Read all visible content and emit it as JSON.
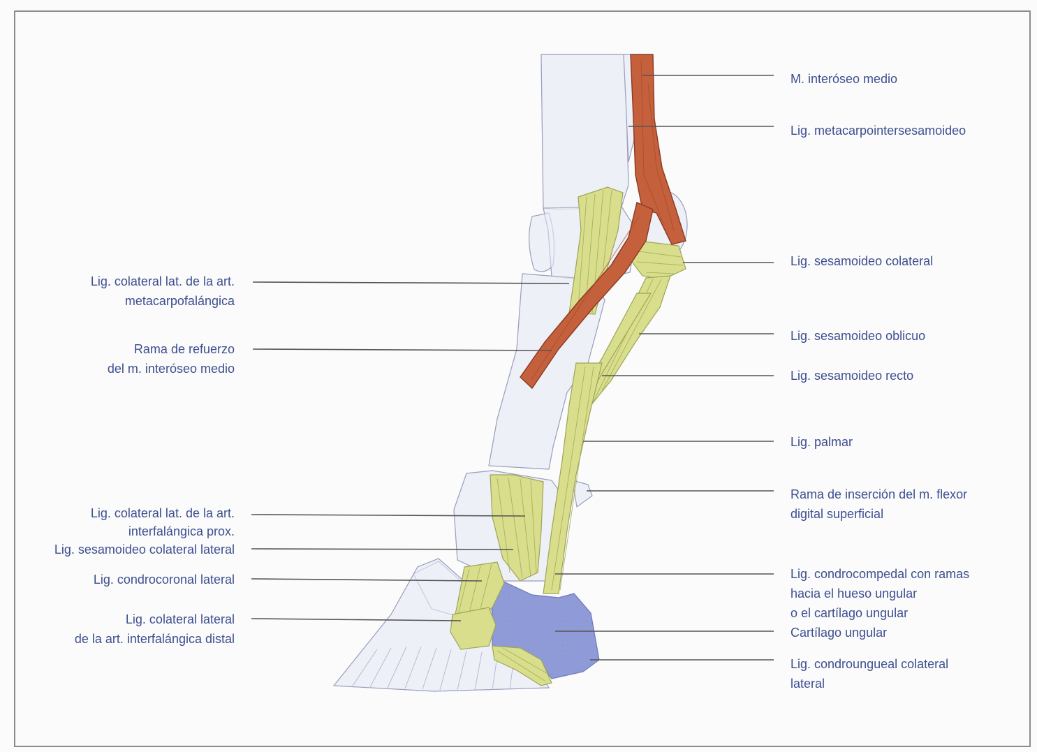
{
  "figure": {
    "right_labels": [
      {
        "lines": [
          "M. interóseo medio"
        ]
      },
      {
        "lines": [
          "Lig. metacarpointersesamoideo"
        ]
      },
      {
        "lines": [
          "Lig. sesamoideo colateral"
        ]
      },
      {
        "lines": [
          "Lig. sesamoideo oblicuo"
        ]
      },
      {
        "lines": [
          "Lig. sesamoideo recto"
        ]
      },
      {
        "lines": [
          "Lig. palmar"
        ]
      },
      {
        "lines": [
          "Rama de inserción del m. flexor",
          "digital superficial"
        ]
      },
      {
        "lines": [
          "Lig. condrocompedal con ramas",
          "hacia el hueso ungular",
          "o el cartílago ungular"
        ]
      },
      {
        "lines": [
          "Cartílago ungular"
        ]
      },
      {
        "lines": [
          "Lig. condroungueal colateral",
          "lateral"
        ]
      }
    ],
    "left_labels": [
      {
        "lines": [
          "Lig. colateral lat. de la art.",
          "metacarpofalángica"
        ]
      },
      {
        "lines": [
          "Rama de refuerzo",
          "del m. interóseo medio"
        ]
      },
      {
        "lines": [
          "Lig. colateral lat. de la art.",
          "interfalángica prox."
        ]
      },
      {
        "lines": [
          "Lig. sesamoideo colateral lateral"
        ]
      },
      {
        "lines": [
          "Lig. condrocoronal lateral"
        ]
      },
      {
        "lines": [
          "Lig. colateral lateral",
          "de la art. interfalángica distal"
        ]
      }
    ]
  },
  "colors": {
    "label_text": "#3d4f8f",
    "leader": "#555555",
    "bone": "#eef0f8",
    "muscle": "#c5603d",
    "ligament": "#d8de8c",
    "cartilage": "#8f9bd8",
    "frame": "#8c8c8c"
  }
}
